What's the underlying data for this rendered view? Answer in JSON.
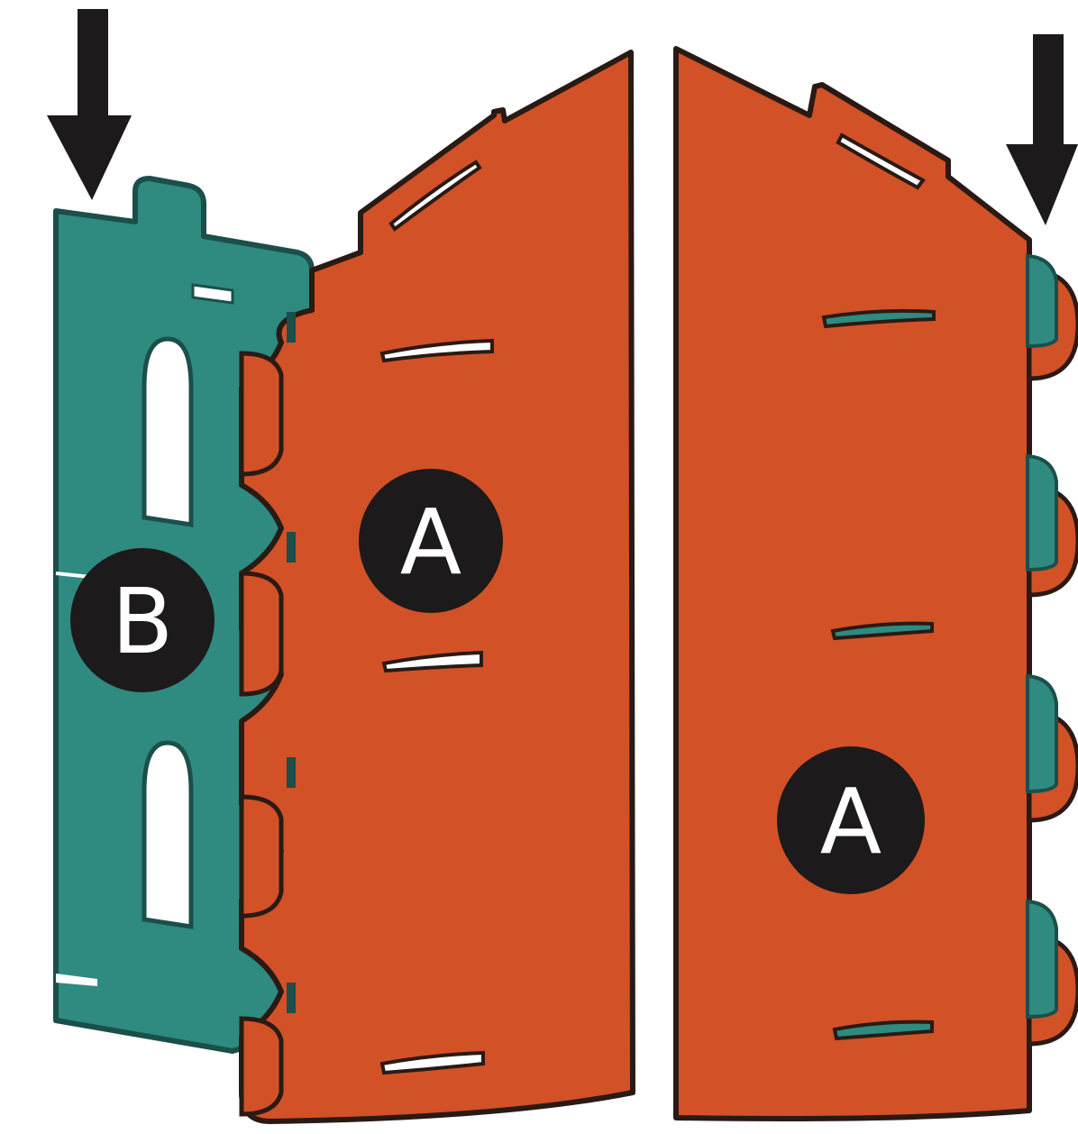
{
  "labels": {
    "left_panel_a": "A",
    "left_panel_b": "B",
    "right_panel_a": "A"
  },
  "colors": {
    "panel_a": "#d25127",
    "panel_b": "#2f8a80",
    "badge": "#1c1a1a",
    "arrow": "#1c1a1a",
    "outline": "#2a1a14",
    "slot": "#ffffff"
  },
  "icons": {
    "left_arrow": "down-arrow-icon",
    "right_arrow": "down-arrow-icon"
  }
}
